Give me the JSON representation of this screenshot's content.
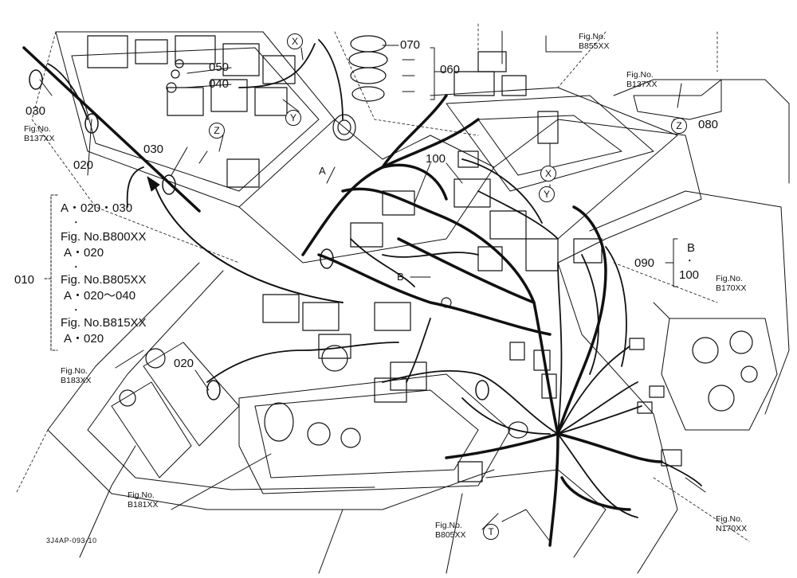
{
  "parts": {
    "p010": "010",
    "p020a": "020",
    "p020b": "020",
    "p030a": "030",
    "p030b": "030",
    "p040": "040",
    "p050": "050",
    "p060": "060",
    "p070": "070",
    "p080": "080",
    "p090": "090",
    "p100a": "100",
    "p100b": "100"
  },
  "figrefs": {
    "fig_label": "Fig.No.",
    "b137_left": "B137XX",
    "b137_right": "B137XX",
    "b855": "B855XX",
    "b170": "B170XX",
    "b183": "B183XX",
    "b181": "B181XX",
    "b805_bottom": "B805XX",
    "n170": "N170XX"
  },
  "bracket_010": {
    "line1": "A・020・030",
    "dot1": "・",
    "line2": "Fig. No.B800XX",
    "line3": "A・020",
    "dot2": "・",
    "line4": "Fig. No.B805XX",
    "line5": "A・020～040",
    "dot3": "・",
    "line6": "Fig. No.B815XX",
    "line7": "A・020"
  },
  "bracket_090": {
    "top": "B",
    "dot": "・",
    "bottom": "100"
  },
  "callouts": {
    "x_top": "X",
    "x_mid": "X",
    "y_top": "Y",
    "y_mid": "Y",
    "z_top": "Z",
    "z_right": "Z",
    "t_bottom": "T",
    "a_label": "A",
    "b_label": "B"
  },
  "drawing_code": "3J4AP-093-10"
}
